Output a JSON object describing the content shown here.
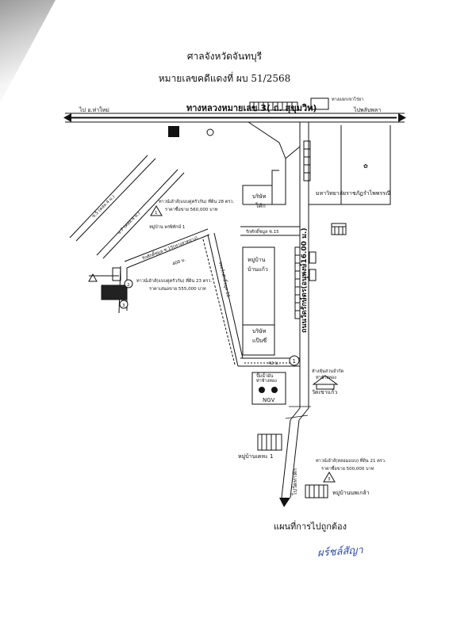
{
  "header": {
    "court": "ศาลจังหวัดจันทบุรี",
    "case_number": "หมายเลขคดีแดงที่  ผบ 51/2568"
  },
  "map": {
    "highway": "ทางหลวงหมายเลข 3( ถ. สุขุมวิท)",
    "to_left": "ไป อ.ท่าใหม่",
    "to_right": "ไปพลับพลา",
    "junction": "ทางแยกเขาไร่ยา",
    "main_road": "ถนนวัดรักษ์ตร(อนุพงษ์16.00 ม.)",
    "university": "มหาวิทยาลัยราชภัฏรำไพพรรณี",
    "company_1": [
      "บริษัท",
      "โค้ก"
    ],
    "company_2": [
      "บริษัท",
      "แป๊บซี่"
    ],
    "village_1": [
      "หมู่บ้าน",
      "บ้านแก้ว"
    ],
    "soi_15": "รักศักดิ์ชมูล ซ.15",
    "village_prachit": "หมู่บ้าน พรพิทักษ์ 1",
    "soi_diag": "รักศักดิ์ชมูล ซ.15(ทางลาดยาง)",
    "soi_5": "ซ.5 (คสล.4 ม.)",
    "soi_7": "ซ.7 (คสล.4 ม.)",
    "soi_vertical": "ซอยรักศักดิ์ชมูล 16",
    "dist_400": "400 ม.",
    "dist_42": "42 ม.",
    "gas": [
      "ปั๊มน้ำมัน",
      "ท่าช้างทอง"
    ],
    "ngv": "NGV",
    "shop": [
      "ห้างหุ้นส่วนจำกัด",
      "ท่าช้างทอง"
    ],
    "temple": "วัดเขาแก้ว",
    "village_2": "หมู่บ้านเคหะ 1",
    "village_3": "หมู่บ้านนพเกล้า",
    "to_bottom": "ไปวัดท่าหัก",
    "markers": [
      "1",
      "2",
      "3"
    ],
    "prop1": {
      "no": "1",
      "l1": "ทาวน์เฮ้าส์(แบบคู่ครัวกัน) ที่ดิน 28 ตรว.",
      "l2": "ราคาซื้อขาย 560,000 บาท"
    },
    "prop2": {
      "no": "2",
      "l1": "ทาวน์เฮ้าส์(แบบคู่ครัวกัน) ที่ดิน 23 ตรว.",
      "l2": "ราคาเสนอขาย 555,000 บาท"
    },
    "prop3": {
      "no": "3",
      "l1": "ทาวน์เฮ้าส์(หลอมแบบ) ที่ดิน 21 ตรว.",
      "l2": "ราคาซื้อขาย 500,000 บาท"
    }
  },
  "caption": "แผนที่การไปถูกต้อง",
  "signature": "ผร์ชล์สัญา"
}
